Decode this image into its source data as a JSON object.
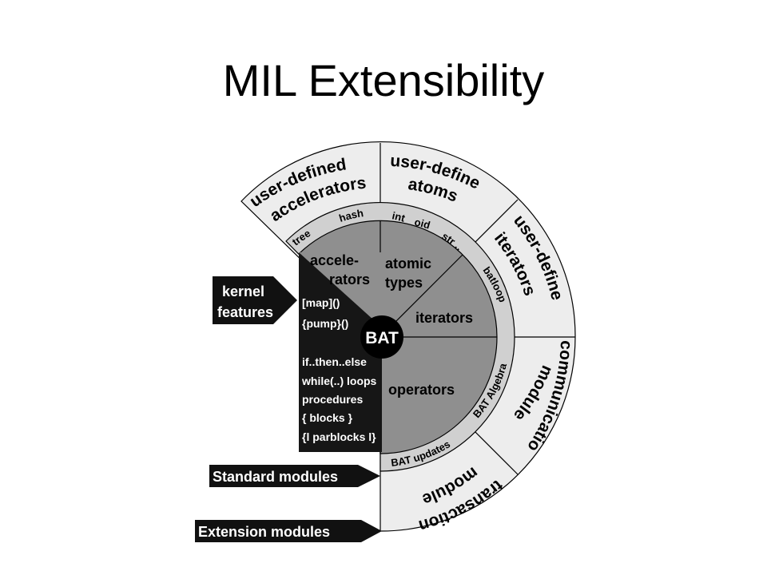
{
  "title": "MIL Extensibility",
  "colors": {
    "outer_ring": "#ededed",
    "mid_ring": "#d0d0d0",
    "inner_sector": "#8f8f8f",
    "kernel_box": "#161616",
    "outline": "#000000"
  },
  "outer_ring": {
    "accelerators": [
      "user-defined",
      "accelerators"
    ],
    "atoms": [
      "user-defined",
      "atoms"
    ],
    "iterators": [
      "user-defined",
      "iterators"
    ],
    "communication": [
      "communication",
      "module"
    ],
    "transaction": [
      "transaction",
      "module"
    ]
  },
  "mid_ring": {
    "tree": "tree",
    "hash": "hash",
    "int": "int",
    "oid": "oid",
    "str": "str ..",
    "batloop": "batloop",
    "bat_algebra": "BAT  Algebra",
    "bat_updates": "BAT   updates"
  },
  "inner": {
    "accelerators": [
      "accele-",
      "rators"
    ],
    "atomic_types": [
      "atomic",
      "types"
    ],
    "iterators": "iterators",
    "operators": "operators",
    "bat": "BAT"
  },
  "kernel_box": {
    "map": "[map]()",
    "pump": "{pump}()",
    "lines": [
      "if..then..else",
      "while(..) loops",
      "procedures",
      "{ blocks }",
      "{l parblocks l}"
    ]
  },
  "labels": {
    "kernel": [
      "kernel",
      "features"
    ],
    "standard": "Standard modules",
    "extension": "Extension modules"
  }
}
